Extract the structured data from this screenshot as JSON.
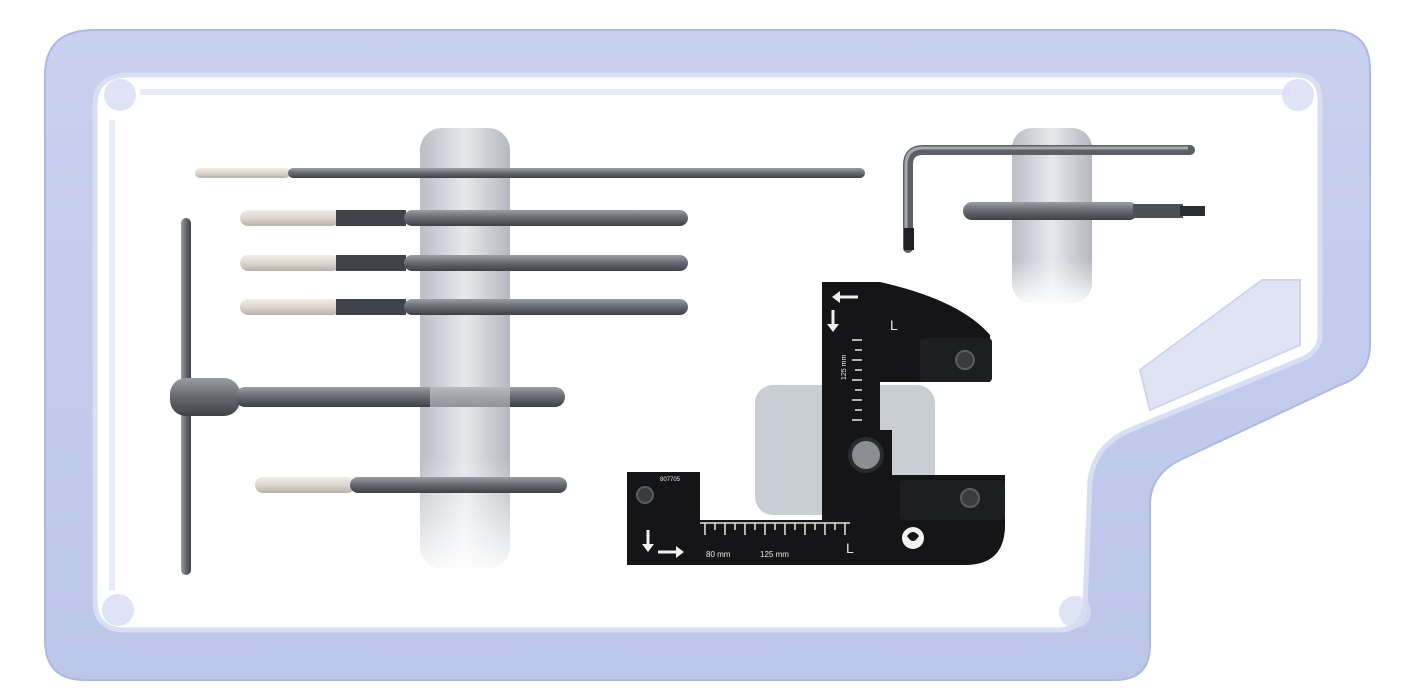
{
  "image": {
    "subject": "instrument tray",
    "colors": {
      "tray_outer": "#c4cdeb",
      "tray_inner": "#ffffff",
      "tray_edge": "#aeb9e2",
      "clip": "#cfd4da",
      "rod_metal": "#6a6e74",
      "rod_tip": "#ddd6cf",
      "guide_body": "#151517",
      "guide_marks": "#e6e6e6"
    }
  },
  "guide": {
    "side_mark_top": "L",
    "side_mark_bottom": "L",
    "scale_label_left": "80 mm",
    "scale_label_right": "125 mm",
    "scale_label_vertical": "125 mm",
    "part_number": "807705"
  }
}
